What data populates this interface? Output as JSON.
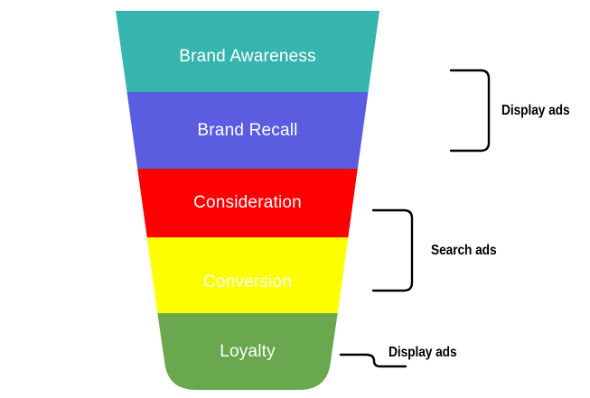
{
  "diagram": {
    "type": "marketing-funnel",
    "background_color": "#ffffff",
    "stages": [
      {
        "id": "brand-awareness",
        "label": "Brand Awareness",
        "color": "#35b5ae",
        "text_color": "#ffffff",
        "order": 1
      },
      {
        "id": "brand-recall",
        "label": "Brand Recall",
        "color": "#5a5de0",
        "text_color": "#ffffff",
        "order": 2
      },
      {
        "id": "consideration",
        "label": "Consideration",
        "color": "#ff0000",
        "text_color": "#ffffff",
        "order": 3
      },
      {
        "id": "conversion",
        "label": "Conversion",
        "color": "#ffff00",
        "text_color": "#ffffff",
        "order": 4
      },
      {
        "id": "loyalty",
        "label": "Loyalty",
        "color": "#6aa84f",
        "text_color": "#ffffff",
        "order": 5
      }
    ],
    "annotations": [
      {
        "id": "display-ads-top",
        "label": "Display ads",
        "marker": "curly-bracket-right",
        "covers": [
          "brand-awareness",
          "brand-recall"
        ],
        "color": "#000000"
      },
      {
        "id": "search-ads",
        "label": "Search ads",
        "marker": "curly-bracket-right",
        "covers": [
          "consideration",
          "conversion"
        ],
        "color": "#000000"
      },
      {
        "id": "display-ads-bottom",
        "label": "Display ads",
        "marker": "step-leader-line",
        "covers": [
          "loyalty"
        ],
        "color": "#000000"
      }
    ]
  }
}
